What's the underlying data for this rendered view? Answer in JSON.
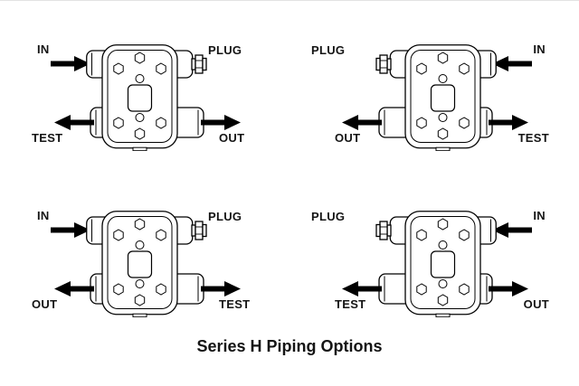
{
  "title": "Series H Piping Options",
  "colors": {
    "line": "#000000",
    "text": "#141414",
    "background": "#ffffff"
  },
  "diagrams": [
    {
      "position": "top-left",
      "plug_side": "right",
      "top_left_label": "IN",
      "top_right_label": "PLUG",
      "bottom_left_label": "TEST",
      "bottom_right_label": "OUT"
    },
    {
      "position": "top-right",
      "plug_side": "left",
      "top_left_label": "PLUG",
      "top_right_label": "IN",
      "bottom_left_label": "OUT",
      "bottom_right_label": "TEST"
    },
    {
      "position": "bottom-left",
      "plug_side": "right",
      "top_left_label": "IN",
      "top_right_label": "PLUG",
      "bottom_left_label": "OUT",
      "bottom_right_label": "TEST"
    },
    {
      "position": "bottom-right",
      "plug_side": "left",
      "top_left_label": "PLUG",
      "top_right_label": "IN",
      "bottom_left_label": "TEST",
      "bottom_right_label": "OUT"
    }
  ]
}
